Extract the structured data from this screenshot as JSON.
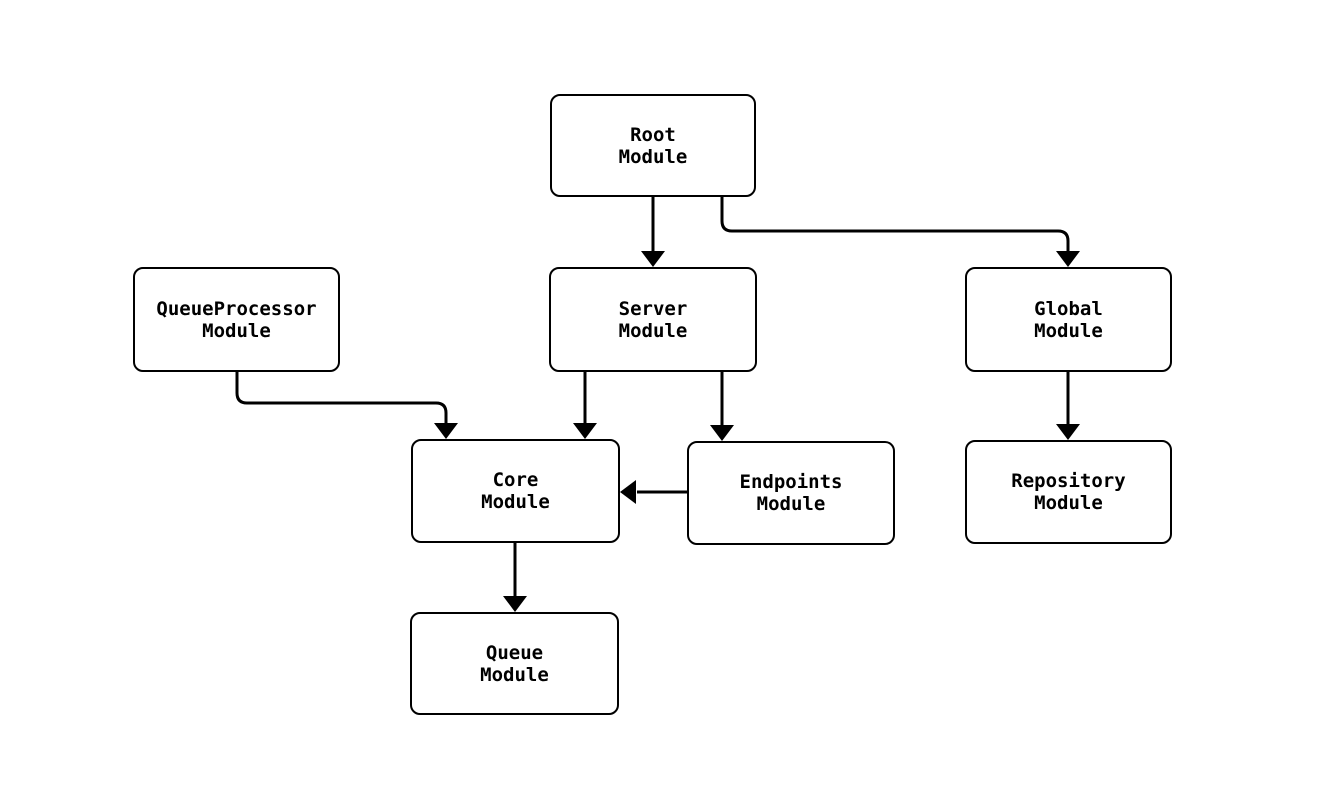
{
  "diagram": {
    "background": "#ffffff",
    "node_style": {
      "fill": "#ffffff",
      "border_color": "#000000",
      "text_color": "#000000"
    },
    "edge_color": "#000000",
    "nodes": [
      {
        "id": "root",
        "label": "Root\nModule"
      },
      {
        "id": "queueprocessor",
        "label": "QueueProcessor\nModule"
      },
      {
        "id": "server",
        "label": "Server\nModule"
      },
      {
        "id": "global",
        "label": "Global\nModule"
      },
      {
        "id": "core",
        "label": "Core\nModule"
      },
      {
        "id": "endpoints",
        "label": "Endpoints\nModule"
      },
      {
        "id": "repository",
        "label": "Repository\nModule"
      },
      {
        "id": "queue",
        "label": "Queue\nModule"
      }
    ],
    "edges": [
      {
        "from": "Root Module",
        "to": "Server Module"
      },
      {
        "from": "Root Module",
        "to": "Global Module"
      },
      {
        "from": "QueueProcessor Module",
        "to": "Core Module"
      },
      {
        "from": "Server Module",
        "to": "Core Module"
      },
      {
        "from": "Server Module",
        "to": "Endpoints Module"
      },
      {
        "from": "Endpoints Module",
        "to": "Core Module"
      },
      {
        "from": "Global Module",
        "to": "Repository Module"
      },
      {
        "from": "Core Module",
        "to": "Queue Module"
      }
    ]
  }
}
